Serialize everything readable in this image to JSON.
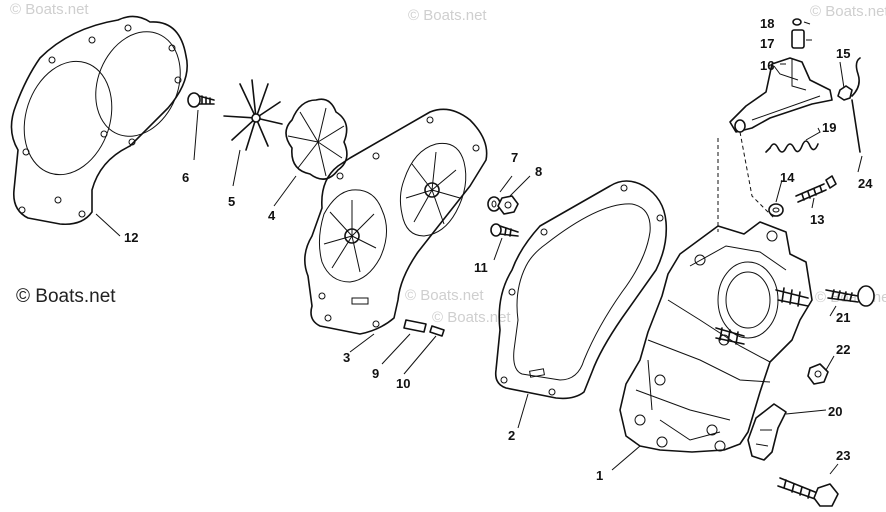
{
  "watermarks": [
    "© Boats.net",
    "© Boats.net",
    "© Boats.net",
    "© Boats.net",
    "© Boats.net",
    "© Boats.net"
  ],
  "copyright": "© Boats.net",
  "callouts": [
    "1",
    "2",
    "3",
    "4",
    "5",
    "6",
    "7",
    "8",
    "9",
    "10",
    "11",
    "12",
    "13",
    "14",
    "15",
    "16",
    "17",
    "18",
    "19",
    "20",
    "21",
    "22",
    "23",
    "24"
  ]
}
